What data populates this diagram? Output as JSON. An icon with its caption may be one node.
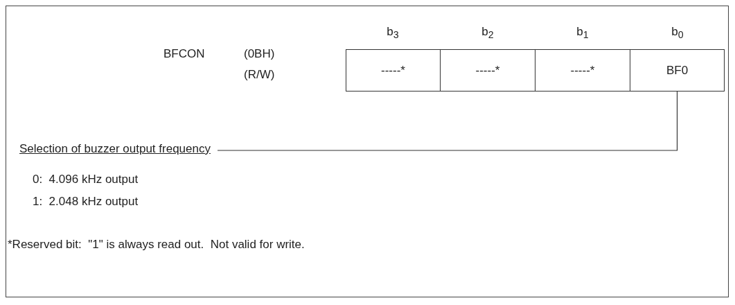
{
  "diagram": {
    "nodes": [
      {
        "text": [
          "-----*"
        ]
      },
      {
        "text": [
          "-----*"
        ]
      },
      {
        "text": [
          "-----*"
        ]
      },
      {
        "text": [
          "BF0"
        ]
      },
      {
        "text": [
          "Selection of buzzer output frequency"
        ]
      }
    ],
    "edges": [
      {
        "from": 3,
        "to": 4,
        "arrow": "none"
      }
    ],
    "labels": [
      "b$_{3}$",
      "b$_{2}$",
      "b$_{1}$",
      "b$_{0}$",
      "BFCON",
      "(0BH)",
      "(R/W)",
      "0:  4.096 kHz output",
      "1:  2.048 kHz output",
      "*Reserved bit:  \"1\" is always read out.  Not valid for write."
    ]
  }
}
